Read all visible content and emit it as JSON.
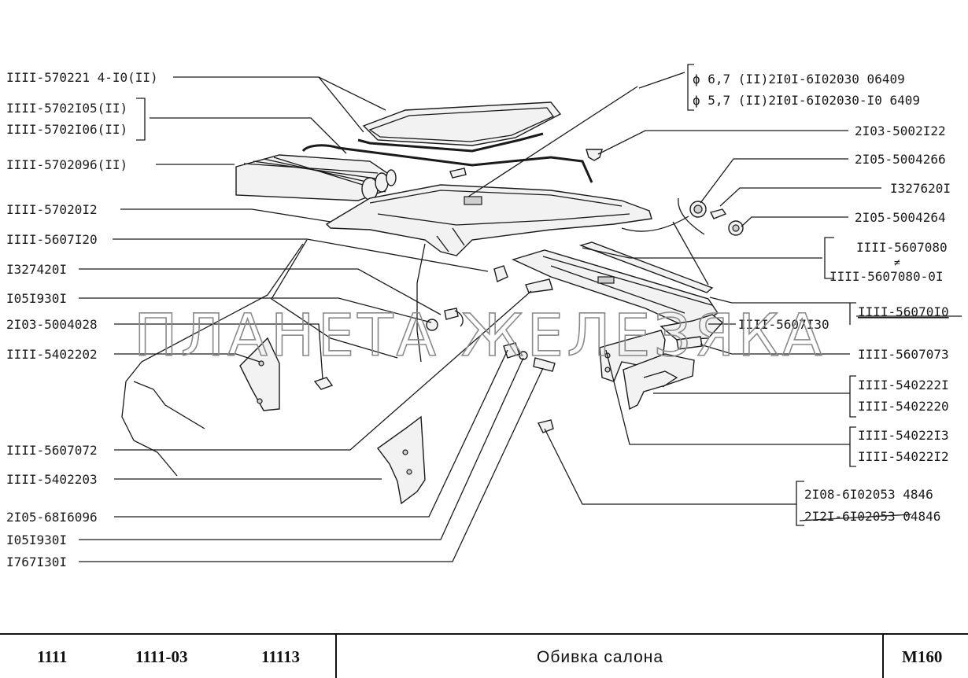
{
  "labels_left": [
    "IIII-570221 4-I0(II)",
    "IIII-5702I05(II)",
    "IIII-5702I06(II)",
    "IIII-5702096(II)",
    "IIII-57020I2",
    "IIII-5607I20",
    "I327420I",
    "I05I930I",
    "2I03-5004028",
    "IIII-5402202",
    "IIII-5607072",
    "IIII-5402203",
    "2I05-68I6096",
    "I05I930I",
    "I767I30I"
  ],
  "labels_right": [
    "2I03-5002I22",
    "2I05-5004266",
    "I327620I",
    "2I05-5004264",
    "IIII-5607080",
    "≠",
    "IIII-5607080-0I",
    "IIII-56070I0",
    "IIII-5607I30",
    "IIII-5607073",
    "IIII-540222I",
    "IIII-5402220",
    "IIII-54022I3",
    "IIII-54022I2"
  ],
  "labels_screws": [
    "ϕ 6,7 (II)2I0I-6I02030   06409",
    "ϕ 5,7 (II)2I0I-6I02030-I0 6409"
  ],
  "labels_bottom_right": [
    "2I08-6I02053  4846",
    "2I2I-6I02053 04846"
  ],
  "watermark": "ПЛАНЕТА ЖЕЛЕЗЯКА",
  "title_block": {
    "model_1": "1111",
    "model_2": "1111-03",
    "model_3": "11113",
    "title": "Обивка салона",
    "sheet": "М160"
  }
}
